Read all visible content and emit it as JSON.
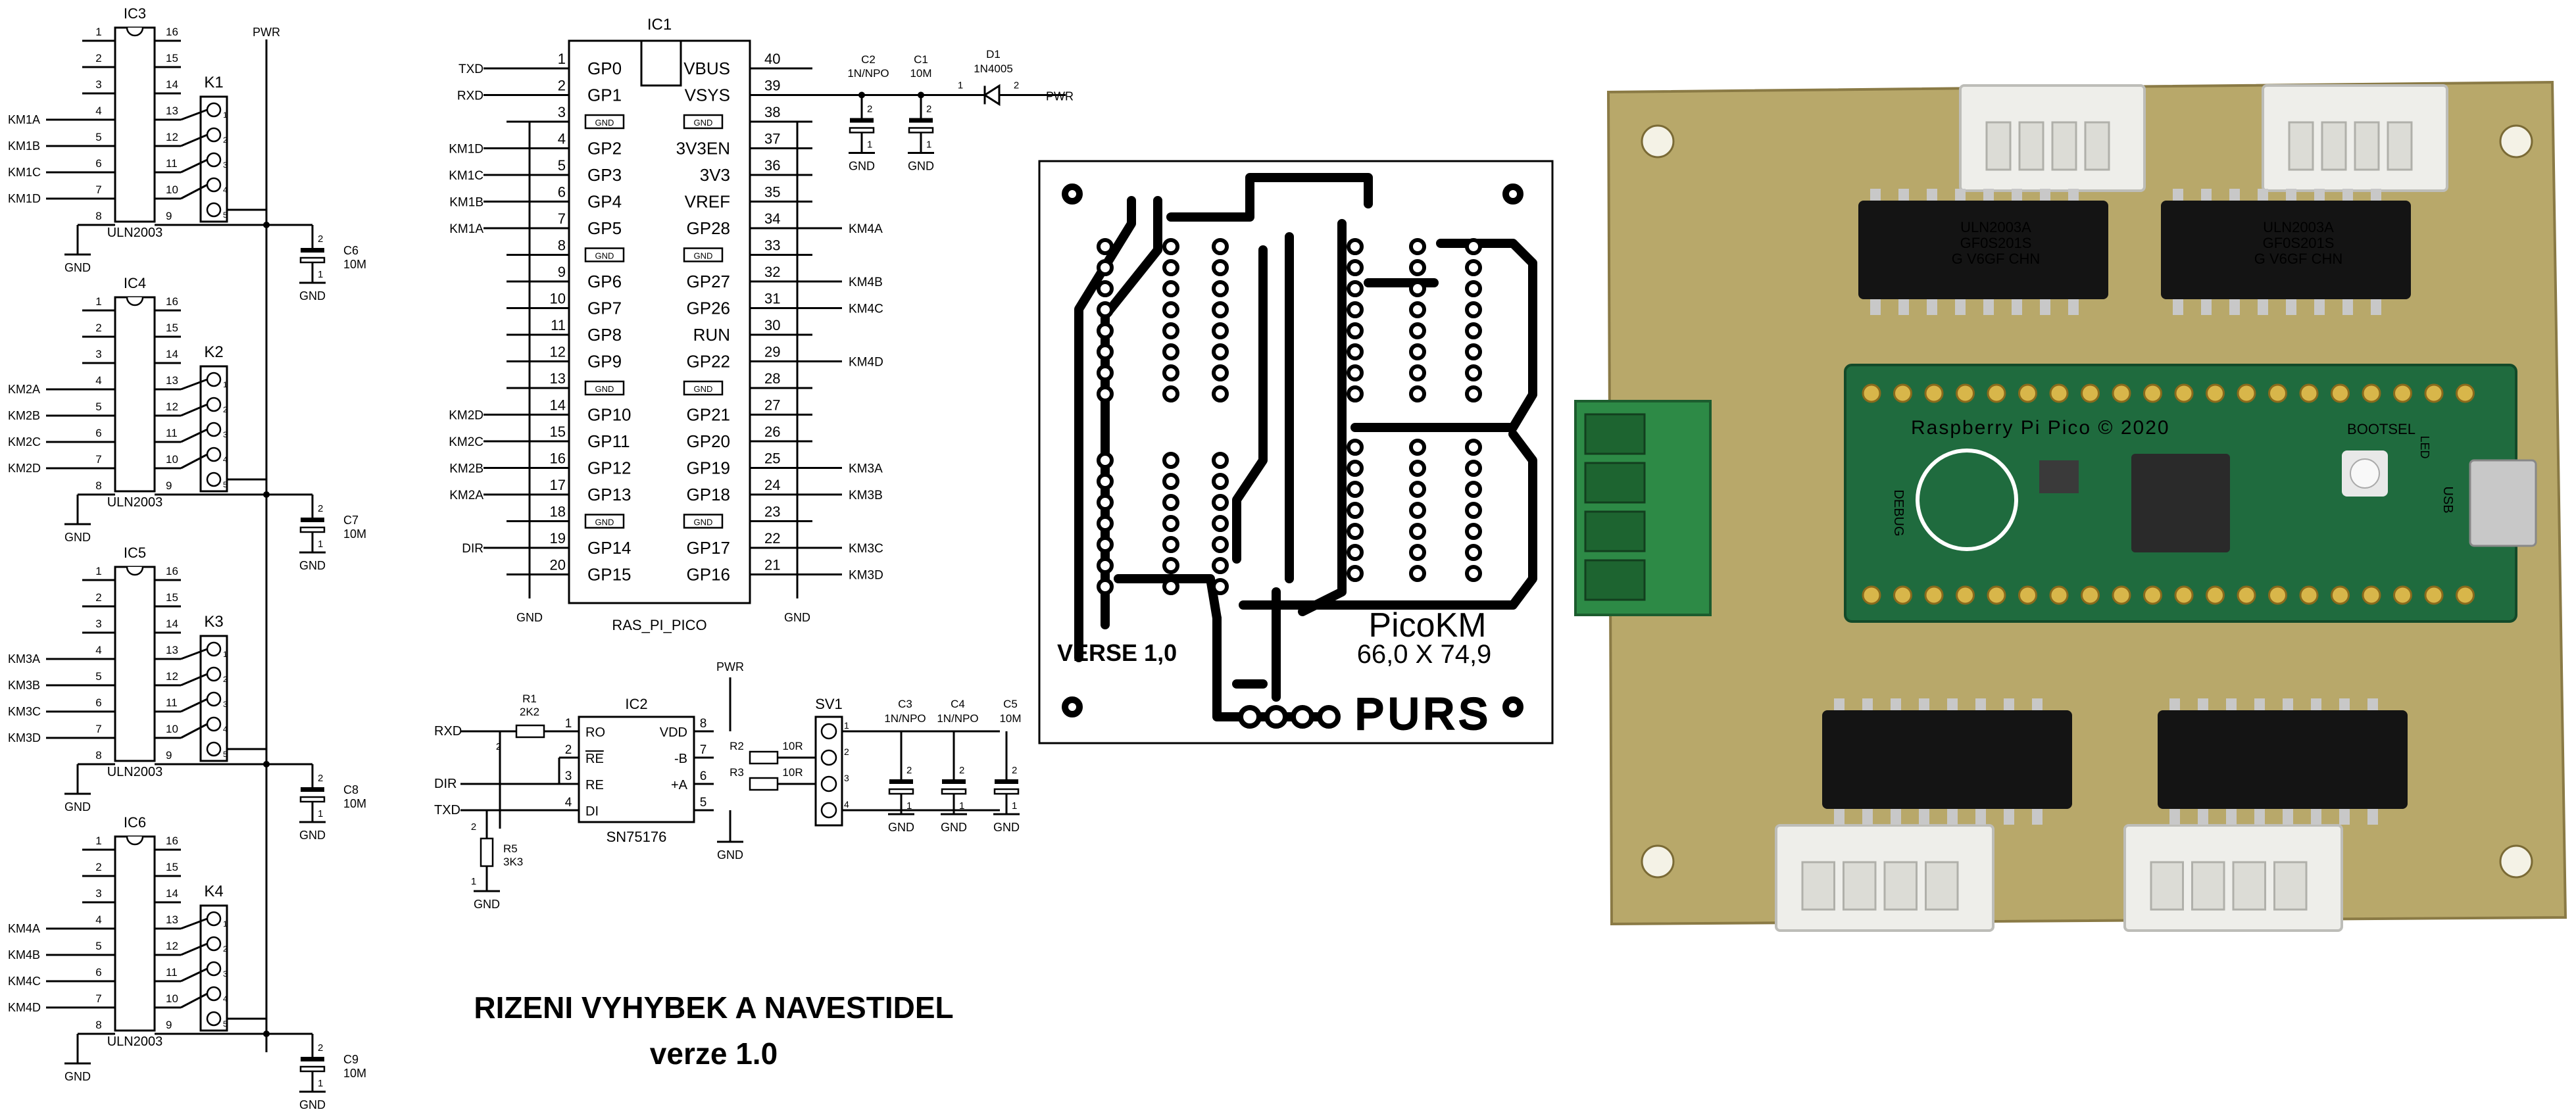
{
  "title": {
    "line1": "RIZENI VYHYBEK A NAVESTIDEL",
    "line2": "verze 1.0"
  },
  "labels": {
    "pwr": "PWR",
    "gnd": "GND"
  },
  "drivers": [
    {
      "ref": "IC3",
      "conn": "K1",
      "cap": "C6",
      "cap_val": "10M",
      "chip": "ULN2003",
      "inputs": [
        "KM1A",
        "KM1B",
        "KM1C",
        "KM1D"
      ]
    },
    {
      "ref": "IC4",
      "conn": "K2",
      "cap": "C7",
      "cap_val": "10M",
      "chip": "ULN2003",
      "inputs": [
        "KM2A",
        "KM2B",
        "KM2C",
        "KM2D"
      ]
    },
    {
      "ref": "IC5",
      "conn": "K3",
      "cap": "C8",
      "cap_val": "10M",
      "chip": "ULN2003",
      "inputs": [
        "KM3A",
        "KM3B",
        "KM3C",
        "KM3D"
      ]
    },
    {
      "ref": "IC6",
      "conn": "K4",
      "cap": "C9",
      "cap_val": "10M",
      "chip": "ULN2003",
      "inputs": [
        "KM4A",
        "KM4B",
        "KM4C",
        "KM4D"
      ]
    }
  ],
  "driver_pins": {
    "left": [
      "1",
      "2",
      "3",
      "4",
      "5",
      "6",
      "7",
      "8"
    ],
    "right": [
      "16",
      "15",
      "14",
      "13",
      "12",
      "11",
      "10",
      "9"
    ],
    "conn": [
      "1",
      "2",
      "3",
      "4",
      "5"
    ]
  },
  "pico": {
    "ref": "IC1",
    "name": "RAS_PI_PICO",
    "gnd_notes": [
      "GND",
      "GND"
    ],
    "left": [
      {
        "pin": "1",
        "name": "GP0",
        "net": "TXD"
      },
      {
        "pin": "2",
        "name": "GP1",
        "net": "RXD"
      },
      {
        "pin": "3",
        "name": "GND",
        "net": ""
      },
      {
        "pin": "4",
        "name": "GP2",
        "net": "KM1D"
      },
      {
        "pin": "5",
        "name": "GP3",
        "net": "KM1C"
      },
      {
        "pin": "6",
        "name": "GP4",
        "net": "KM1B"
      },
      {
        "pin": "7",
        "name": "GP5",
        "net": "KM1A"
      },
      {
        "pin": "8",
        "name": "GND",
        "net": ""
      },
      {
        "pin": "9",
        "name": "GP6",
        "net": ""
      },
      {
        "pin": "10",
        "name": "GP7",
        "net": ""
      },
      {
        "pin": "11",
        "name": "GP8",
        "net": ""
      },
      {
        "pin": "12",
        "name": "GP9",
        "net": ""
      },
      {
        "pin": "13",
        "name": "GND",
        "net": ""
      },
      {
        "pin": "14",
        "name": "GP10",
        "net": "KM2D"
      },
      {
        "pin": "15",
        "name": "GP11",
        "net": "KM2C"
      },
      {
        "pin": "16",
        "name": "GP12",
        "net": "KM2B"
      },
      {
        "pin": "17",
        "name": "GP13",
        "net": "KM2A"
      },
      {
        "pin": "18",
        "name": "GND",
        "net": ""
      },
      {
        "pin": "19",
        "name": "GP14",
        "net": "DIR"
      },
      {
        "pin": "20",
        "name": "GP15",
        "net": ""
      }
    ],
    "right": [
      {
        "pin": "40",
        "name": "VBUS",
        "net": ""
      },
      {
        "pin": "39",
        "name": "VSYS",
        "net": ""
      },
      {
        "pin": "38",
        "name": "GND",
        "net": ""
      },
      {
        "pin": "37",
        "name": "3V3EN",
        "net": ""
      },
      {
        "pin": "36",
        "name": "3V3",
        "net": ""
      },
      {
        "pin": "35",
        "name": "VREF",
        "net": ""
      },
      {
        "pin": "34",
        "name": "GP28",
        "net": "KM4A"
      },
      {
        "pin": "33",
        "name": "GND",
        "net": ""
      },
      {
        "pin": "32",
        "name": "GP27",
        "net": "KM4B"
      },
      {
        "pin": "31",
        "name": "GP26",
        "net": "KM4C"
      },
      {
        "pin": "30",
        "name": "RUN",
        "net": ""
      },
      {
        "pin": "29",
        "name": "GP22",
        "net": "KM4D"
      },
      {
        "pin": "28",
        "name": "GND",
        "net": ""
      },
      {
        "pin": "27",
        "name": "GP21",
        "net": ""
      },
      {
        "pin": "26",
        "name": "GP20",
        "net": ""
      },
      {
        "pin": "25",
        "name": "GP19",
        "net": "KM3A"
      },
      {
        "pin": "24",
        "name": "GP18",
        "net": "KM3B"
      },
      {
        "pin": "23",
        "name": "GND",
        "net": ""
      },
      {
        "pin": "22",
        "name": "GP17",
        "net": "KM3C"
      },
      {
        "pin": "21",
        "name": "GP16",
        "net": "KM3D"
      }
    ]
  },
  "supply": {
    "c2": {
      "ref": "C2",
      "val": "1N/NPO"
    },
    "c1": {
      "ref": "C1",
      "val": "10M"
    },
    "d1": {
      "ref": "D1",
      "val": "1N4005"
    },
    "pins": [
      "2",
      "1",
      "2",
      "1",
      "1",
      "2"
    ]
  },
  "rs485": {
    "ref": "IC2",
    "name": "SN75176",
    "left": [
      {
        "pin": "1",
        "name": "RO"
      },
      {
        "pin": "2",
        "name": "RE"
      },
      {
        "pin": "3",
        "name": "RE"
      },
      {
        "pin": "4",
        "name": "DI"
      }
    ],
    "right": [
      {
        "pin": "8",
        "name": "VDD"
      },
      {
        "pin": "7",
        "name": "-B"
      },
      {
        "pin": "6",
        "name": "+A"
      },
      {
        "pin": "5",
        "name": ""
      }
    ],
    "nets": {
      "rxd": "RXD",
      "dir": "DIR",
      "txd": "TXD"
    },
    "r1": {
      "ref": "R1",
      "val": "2K2"
    },
    "r5": {
      "ref": "R5",
      "val": "3K3"
    },
    "r2": {
      "ref": "R2",
      "val": "10R"
    },
    "r3": {
      "ref": "R3",
      "val": "10R"
    },
    "sv1": {
      "ref": "SV1",
      "pins": [
        "1",
        "2",
        "3",
        "4"
      ]
    },
    "caps": [
      {
        "ref": "C3",
        "val": "1N/NPO"
      },
      {
        "ref": "C4",
        "val": "1N/NPO"
      },
      {
        "ref": "C5",
        "val": "10M"
      }
    ],
    "pin_small": [
      "1",
      "2",
      "2",
      "1"
    ]
  },
  "pcb": {
    "name": "PicoKM",
    "dims": "66,0 X 74,9",
    "version": "VERSE 1,0",
    "logo": "PURS"
  },
  "photo": {
    "board_text": "Raspberry Pi Pico © 2020",
    "bootsel": "BOOTSEL",
    "debug": "DEBUG",
    "usb": "USB",
    "led": "LED",
    "chip_top_left": [
      "ULN2003A",
      "GF0S201S",
      "G V6GF CHN"
    ],
    "chip_top_right": [
      "ULN2003A",
      "GF0S201S",
      "G V6GF CHN"
    ],
    "colors": {
      "pcb_bare": "#b8a86a",
      "pico_green": "#1f6b3e",
      "chip_black": "#141414",
      "connector_white": "#eeeeea",
      "terminal_green": "#2d8a46"
    }
  }
}
